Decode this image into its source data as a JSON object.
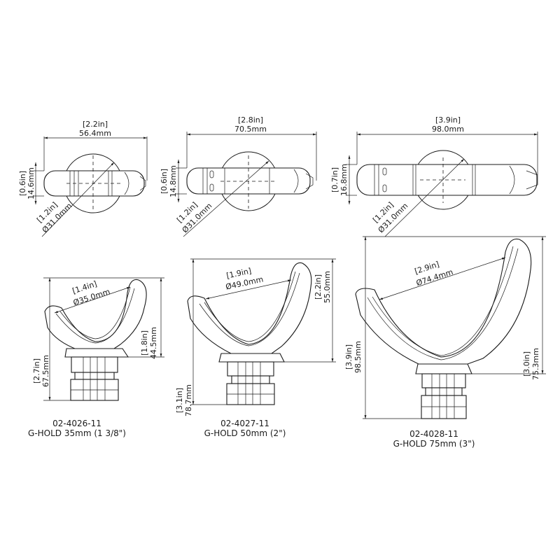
{
  "drawing": {
    "products": [
      {
        "part_number": "02-4026-11",
        "name": "G-HOLD 35mm (1 3/8\")",
        "top_view": {
          "length_in": "[2.2in]",
          "length_mm": "56.4mm",
          "width_in": "[0.6in]",
          "width_mm": "14.6mm",
          "base_dia_in": "[1.2in]",
          "base_dia_mm": "Ø31.0mm"
        },
        "front_view": {
          "clamp_dia_in": "[1.4in]",
          "clamp_dia_mm": "Ø35.0mm",
          "upper_height_in": "[1.8in]",
          "upper_height_mm": "44.5mm",
          "total_height_in": "[2.7in]",
          "total_height_mm": "67.5mm"
        }
      },
      {
        "part_number": "02-4027-11",
        "name": "G-HOLD 50mm (2\")",
        "top_view": {
          "length_in": "[2.8in]",
          "length_mm": "70.5mm",
          "width_in": "[0.6in]",
          "width_mm": "14.8mm",
          "base_dia_in": "[1.2in]",
          "base_dia_mm": "Ø31.0mm"
        },
        "front_view": {
          "clamp_dia_in": "[1.9in]",
          "clamp_dia_mm": "Ø49.0mm",
          "upper_height_in": "[2.2in]",
          "upper_height_mm": "55.0mm",
          "total_height_in": "[3.1in]",
          "total_height_mm": "78.7mm"
        }
      },
      {
        "part_number": "02-4028-11",
        "name": "G-HOLD 75mm (3\")",
        "top_view": {
          "length_in": "[3.9in]",
          "length_mm": "98.0mm",
          "width_in": "[0.7in]",
          "width_mm": "16.8mm",
          "base_dia_in": "[1.2in]",
          "base_dia_mm": "Ø31.0mm"
        },
        "front_view": {
          "clamp_dia_in": "[2.9in]",
          "clamp_dia_mm": "Ø74.4mm",
          "upper_height_in": "[3.0in]",
          "upper_height_mm": "75.3mm",
          "total_height_in": "[3.9in]",
          "total_height_mm": "98.5mm"
        }
      }
    ]
  }
}
